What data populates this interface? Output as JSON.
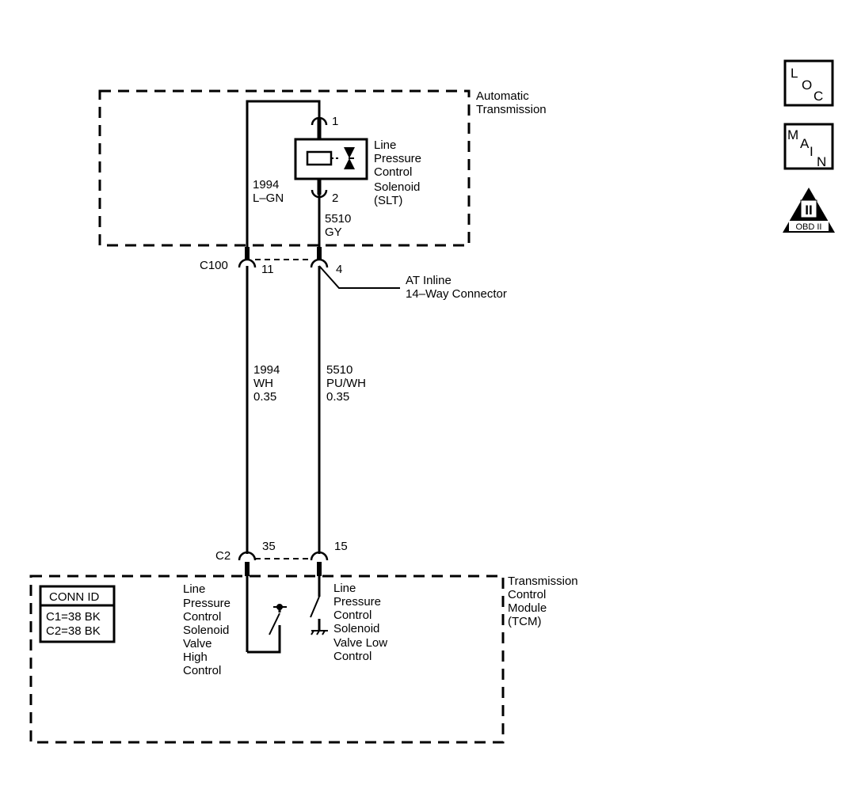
{
  "components": {
    "automatic_transmission": [
      "Automatic",
      "Transmission"
    ],
    "solenoid": [
      "Line",
      "Pressure",
      "Control",
      "Solenoid",
      "(SLT)"
    ],
    "tcm": [
      "Transmission",
      "Control",
      "Module",
      "(TCM)"
    ],
    "inline_connector": [
      "AT Inline",
      "14–Way Connector"
    ]
  },
  "pins": {
    "solenoid_1": "1",
    "solenoid_2": "2",
    "c100_left": "11",
    "c100_right": "4",
    "c2_left": "35",
    "c2_right": "15"
  },
  "connectors": {
    "c100": "C100",
    "c2": "C2"
  },
  "wires": {
    "upper_left": [
      "1994",
      "L–GN"
    ],
    "upper_right": [
      "5510",
      "GY"
    ],
    "lower_left": [
      "1994",
      "WH",
      "0.35"
    ],
    "lower_right": [
      "5510",
      "PU/WH",
      "0.35"
    ]
  },
  "tcm_labels": {
    "high_control": [
      "Line",
      "Pressure",
      "Control",
      "Solenoid",
      "Valve",
      "High",
      "Control"
    ],
    "low_control": [
      "Line",
      "Pressure",
      "Control",
      "Solenoid",
      "Valve Low",
      "Control"
    ]
  },
  "conn_id": {
    "title": "CONN ID",
    "rows": [
      "C1=38 BK",
      "C2=38 BK"
    ]
  },
  "badges": {
    "loc": [
      "L",
      "O",
      "C"
    ],
    "main": [
      "M",
      "A",
      "I",
      "N"
    ],
    "obd": {
      "numeral": "II",
      "label": "OBD II"
    }
  }
}
